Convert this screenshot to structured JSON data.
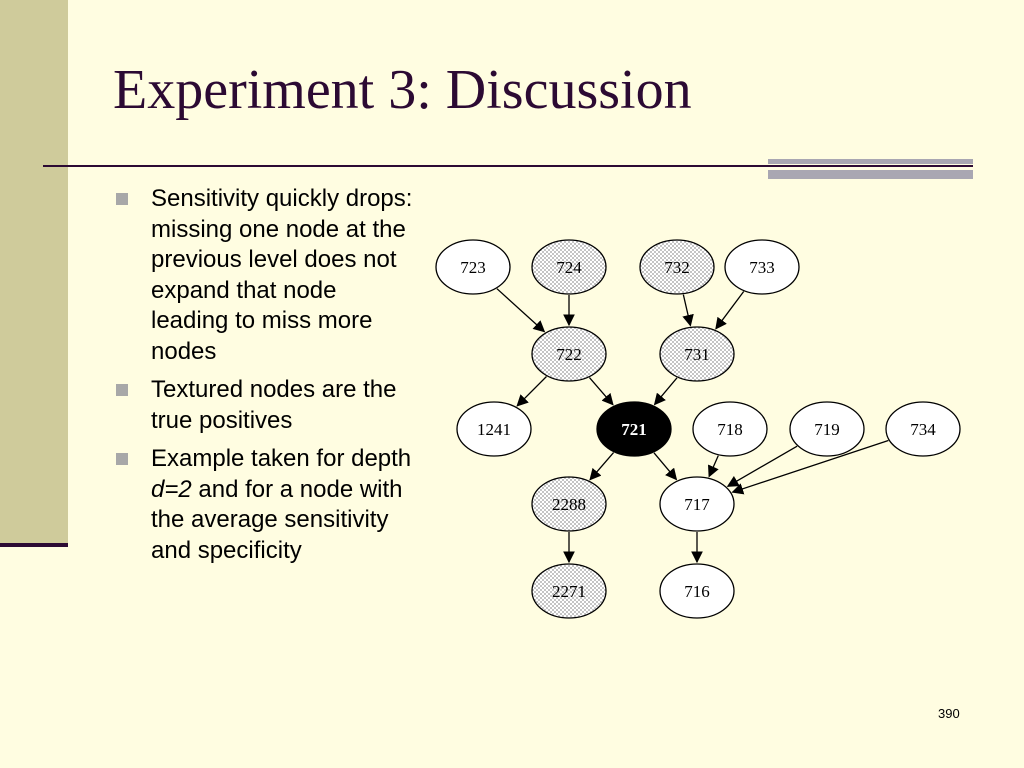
{
  "slide": {
    "title": "Experiment 3: Discussion",
    "page_number": "390"
  },
  "bullets": [
    {
      "text": "Sensitivity quickly drops: missing one node at the previous level does not expand that node leading to miss more nodes"
    },
    {
      "parts": {
        "before": "Textured nodes are the true positives"
      }
    },
    {
      "parts": {
        "before": "Example taken for depth ",
        "emphasis": "d=2",
        "after": " and for a node with the average sensitivity and specificity"
      }
    }
  ],
  "diagram": {
    "nodes": [
      {
        "id": "723",
        "label": "723",
        "style": "plain"
      },
      {
        "id": "724",
        "label": "724",
        "style": "textured"
      },
      {
        "id": "732",
        "label": "732",
        "style": "textured"
      },
      {
        "id": "733",
        "label": "733",
        "style": "plain"
      },
      {
        "id": "722",
        "label": "722",
        "style": "textured"
      },
      {
        "id": "731",
        "label": "731",
        "style": "textured"
      },
      {
        "id": "1241",
        "label": "1241",
        "style": "plain"
      },
      {
        "id": "721",
        "label": "721",
        "style": "query"
      },
      {
        "id": "718",
        "label": "718",
        "style": "plain"
      },
      {
        "id": "719",
        "label": "719",
        "style": "plain"
      },
      {
        "id": "734",
        "label": "734",
        "style": "plain"
      },
      {
        "id": "2288",
        "label": "2288",
        "style": "textured"
      },
      {
        "id": "717",
        "label": "717",
        "style": "plain"
      },
      {
        "id": "2271",
        "label": "2271",
        "style": "textured"
      },
      {
        "id": "716",
        "label": "716",
        "style": "plain"
      }
    ],
    "edges": [
      {
        "from": "723",
        "to": "722"
      },
      {
        "from": "724",
        "to": "722"
      },
      {
        "from": "732",
        "to": "731"
      },
      {
        "from": "733",
        "to": "731"
      },
      {
        "from": "722",
        "to": "1241"
      },
      {
        "from": "722",
        "to": "721"
      },
      {
        "from": "731",
        "to": "721"
      },
      {
        "from": "721",
        "to": "2288"
      },
      {
        "from": "721",
        "to": "717"
      },
      {
        "from": "718",
        "to": "717"
      },
      {
        "from": "719",
        "to": "717"
      },
      {
        "from": "734",
        "to": "717"
      },
      {
        "from": "2288",
        "to": "2271"
      },
      {
        "from": "717",
        "to": "716"
      }
    ],
    "colors": {
      "plain_fill": "#FFFFFF",
      "textured_dot": "#9A9A9A",
      "query_fill": "#000000",
      "query_text": "#FFFFFF",
      "stroke": "#000000"
    }
  },
  "theme": {
    "background": "#FFFDE1",
    "side_band": "#CFCB9B",
    "title_color": "#2C0A33",
    "accent_gray": "#A9A7B2"
  }
}
